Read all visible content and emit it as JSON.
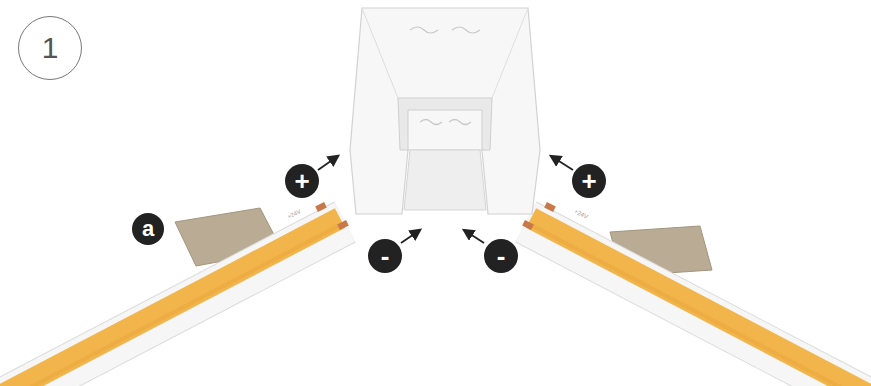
{
  "diagram": {
    "nodes": [
      {
        "text": [
          "1"
        ]
      },
      {
        "text": [
          "+"
        ]
      },
      {
        "text": [
          "a"
        ]
      },
      {
        "text": [
          "-"
        ]
      },
      {
        "text": [
          "-"
        ]
      },
      {
        "text": [
          "+"
        ]
      }
    ],
    "labels": [
      "+24V",
      "+24V"
    ]
  }
}
